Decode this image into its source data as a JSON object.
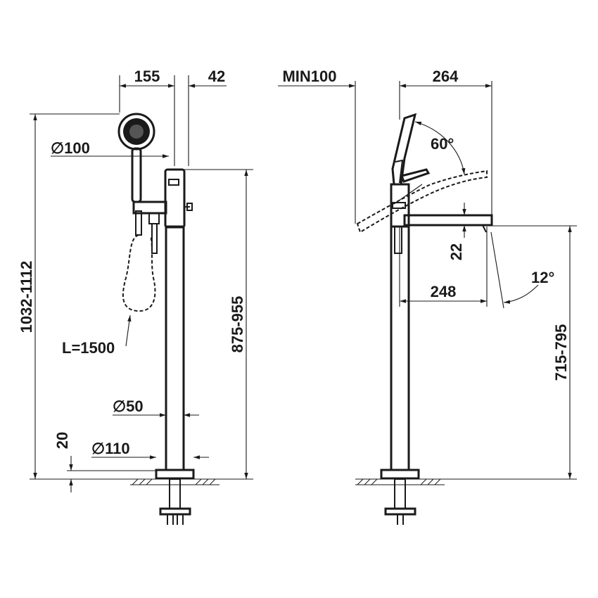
{
  "drawing": {
    "front_view": {
      "dim_handshower_offset": "155",
      "dim_body_offset": "42",
      "dim_handshower_diameter": "∅100",
      "dim_total_height": "1032-1112",
      "dim_body_height": "875-955",
      "dim_hose_length": "L=1500",
      "dim_column_diameter": "∅50",
      "dim_base_diameter": "∅110",
      "dim_floor_thickness": "20"
    },
    "side_view": {
      "dim_min_clearance": "MIN100",
      "dim_overall_reach": "264",
      "dim_rotation_angle": "60°",
      "dim_spout_height": "22",
      "dim_spout_reach": "248",
      "dim_spout_angle": "12°",
      "dim_spout_floor_height": "715-795"
    }
  }
}
